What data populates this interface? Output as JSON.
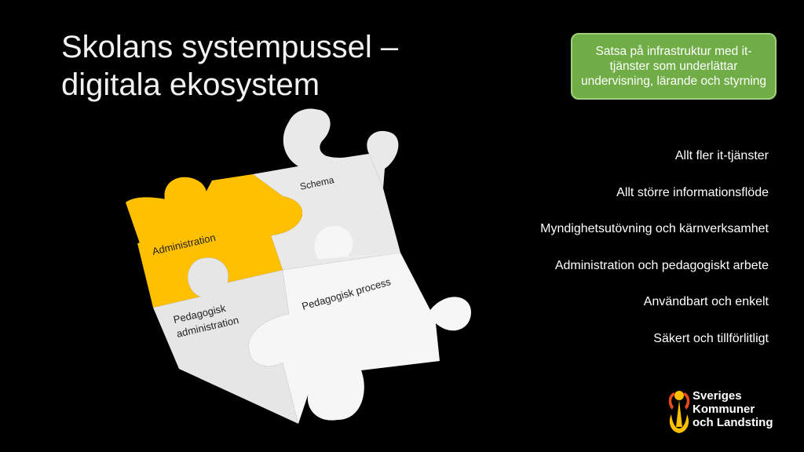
{
  "title": {
    "line1": "Skolans systempussel –",
    "line2": "digitala ekosystem"
  },
  "callout": "Satsa på infrastruktur med it-tjänster som underlättar undervisning, lärande och styrning",
  "bullets": [
    "Allt fler it-tjänster",
    "Allt större informationsflöde",
    "Myndighetsutövning och kärnverksamhet",
    "Administration och pedagogiskt arbete",
    "Användbart och enkelt",
    "Säkert och tillförlitligt"
  ],
  "puzzle": {
    "piece_admin": "Administration",
    "piece_schema": "Schema",
    "piece_ped_admin_1": "Pedagogisk",
    "piece_ped_admin_2": "administration",
    "piece_ped_process": "Pedagogisk process"
  },
  "logo": {
    "line1": "Sveriges",
    "line2": "Kommuner",
    "line3": "och Landsting"
  },
  "colors": {
    "admin": "#ffc000",
    "light_piece": "#ececec",
    "white_piece": "#f7f7f7",
    "callout": "#70ad47"
  }
}
